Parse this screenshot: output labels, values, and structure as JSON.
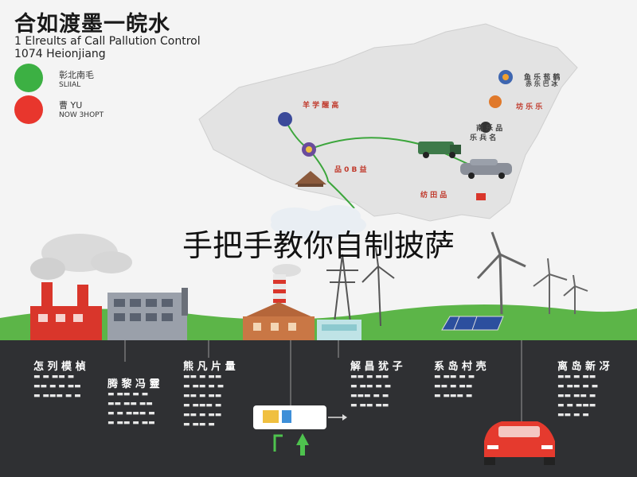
{
  "header": {
    "title": "合如渡墨一皖水",
    "subtitle_line1": "1 Elreults af Call Pallution Control",
    "subtitle_line2": "1074  Heionjiang"
  },
  "legend": [
    {
      "label": "彰北南毛",
      "sublabel": "SLIIAL",
      "color": "#3cb043"
    },
    {
      "label": "曹 YU",
      "sublabel": "NOW 3HOPT",
      "color": "#e8362d"
    }
  ],
  "map_labels": [
    {
      "text": "羊 学 醒 高",
      "tone": "red"
    },
    {
      "text": "鱼 乐 苞 鹤",
      "tone": "dark"
    },
    {
      "text": "赤 乐 巴 冰",
      "tone": "dark"
    },
    {
      "text": "坊 乐 乐",
      "tone": "red"
    },
    {
      "text": "南 乐 品",
      "tone": "dark"
    },
    {
      "text": "乐 兵 名",
      "tone": "dark"
    },
    {
      "text": "品 0 B 益",
      "tone": "red"
    },
    {
      "text": "纺 田 品",
      "tone": "red"
    }
  ],
  "banner": "手把手教你自制披萨",
  "columns": [
    {
      "head": "怎 列 模 楨",
      "body": "▬ ▬ ▬▬ ▬\n▬▬ ▬ ▬ ▬▬\n▬ ▬▬▬ ▬ ▬"
    },
    {
      "head": "腾 黎 冯 靈",
      "body": "▬ ▬▬ ▬ ▬\n▬▬ ▬▬ ▬▬\n▬ ▬ ▬▬▬ ▬\n▬ ▬▬ ▬ ▬▬"
    },
    {
      "head": "熊 凡 片 量",
      "body": "▬▬ ▬ ▬▬\n▬ ▬▬ ▬ ▬\n▬▬ ▬ ▬▬\n▬ ▬▬▬ ▬\n▬▬ ▬ ▬▬\n▬ ▬▬ ▬"
    },
    {
      "head": "解 昌 犹 子",
      "body": "▬▬ ▬ ▬▬\n▬ ▬▬ ▬ ▬\n▬▬▬ ▬ ▬\n▬ ▬▬ ▬▬"
    },
    {
      "head": "系 岛 村 壳",
      "body": "▬ ▬▬ ▬ ▬\n▬▬ ▬ ▬▬\n▬ ▬▬▬ ▬"
    },
    {
      "head": "离 岛 新 冴",
      "body": "▬▬ ▬ ▬▬\n▬ ▬▬ ▬ ▬\n▬▬ ▬▬ ▬\n▬ ▬ ▬▬▬\n▬▬ ▬ ▬"
    }
  ],
  "colors": {
    "ground": "#2f3033",
    "grass": "#5cb548",
    "route": "#3ca63c",
    "factory_red": "#d9362b"
  }
}
